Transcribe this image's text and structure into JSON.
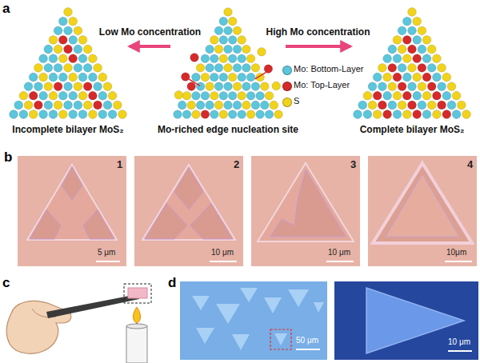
{
  "diagram": {
    "nodes": [
      {
        "text": [
          "Incomplete bilayer MoS₂"
        ]
      },
      {
        "text": [
          "Mo-riched edge nucleation site"
        ]
      },
      {
        "text": [
          "Complete bilayer MoS₂"
        ]
      }
    ],
    "edges": [
      {
        "from": 1,
        "to": 0,
        "arrow": "to",
        "label": "Low Mo concentration"
      },
      {
        "from": 1,
        "to": 2,
        "arrow": "to",
        "label": "High Mo concentration"
      }
    ],
    "labels": [
      "a",
      "b",
      "c",
      "d",
      "1",
      "2",
      "3",
      "4",
      "5 μm",
      "10 μm",
      "10 μm",
      "10μm",
      "50 μm",
      "10 μm"
    ],
    "legend": [
      {
        "text": "Mo: Bottom-Layer",
        "color": "#5bc6dc"
      },
      {
        "text": "Mo: Top-Layer",
        "color": "#d62a2a"
      },
      {
        "text": "S",
        "color": "#f2d31b"
      }
    ]
  }
}
